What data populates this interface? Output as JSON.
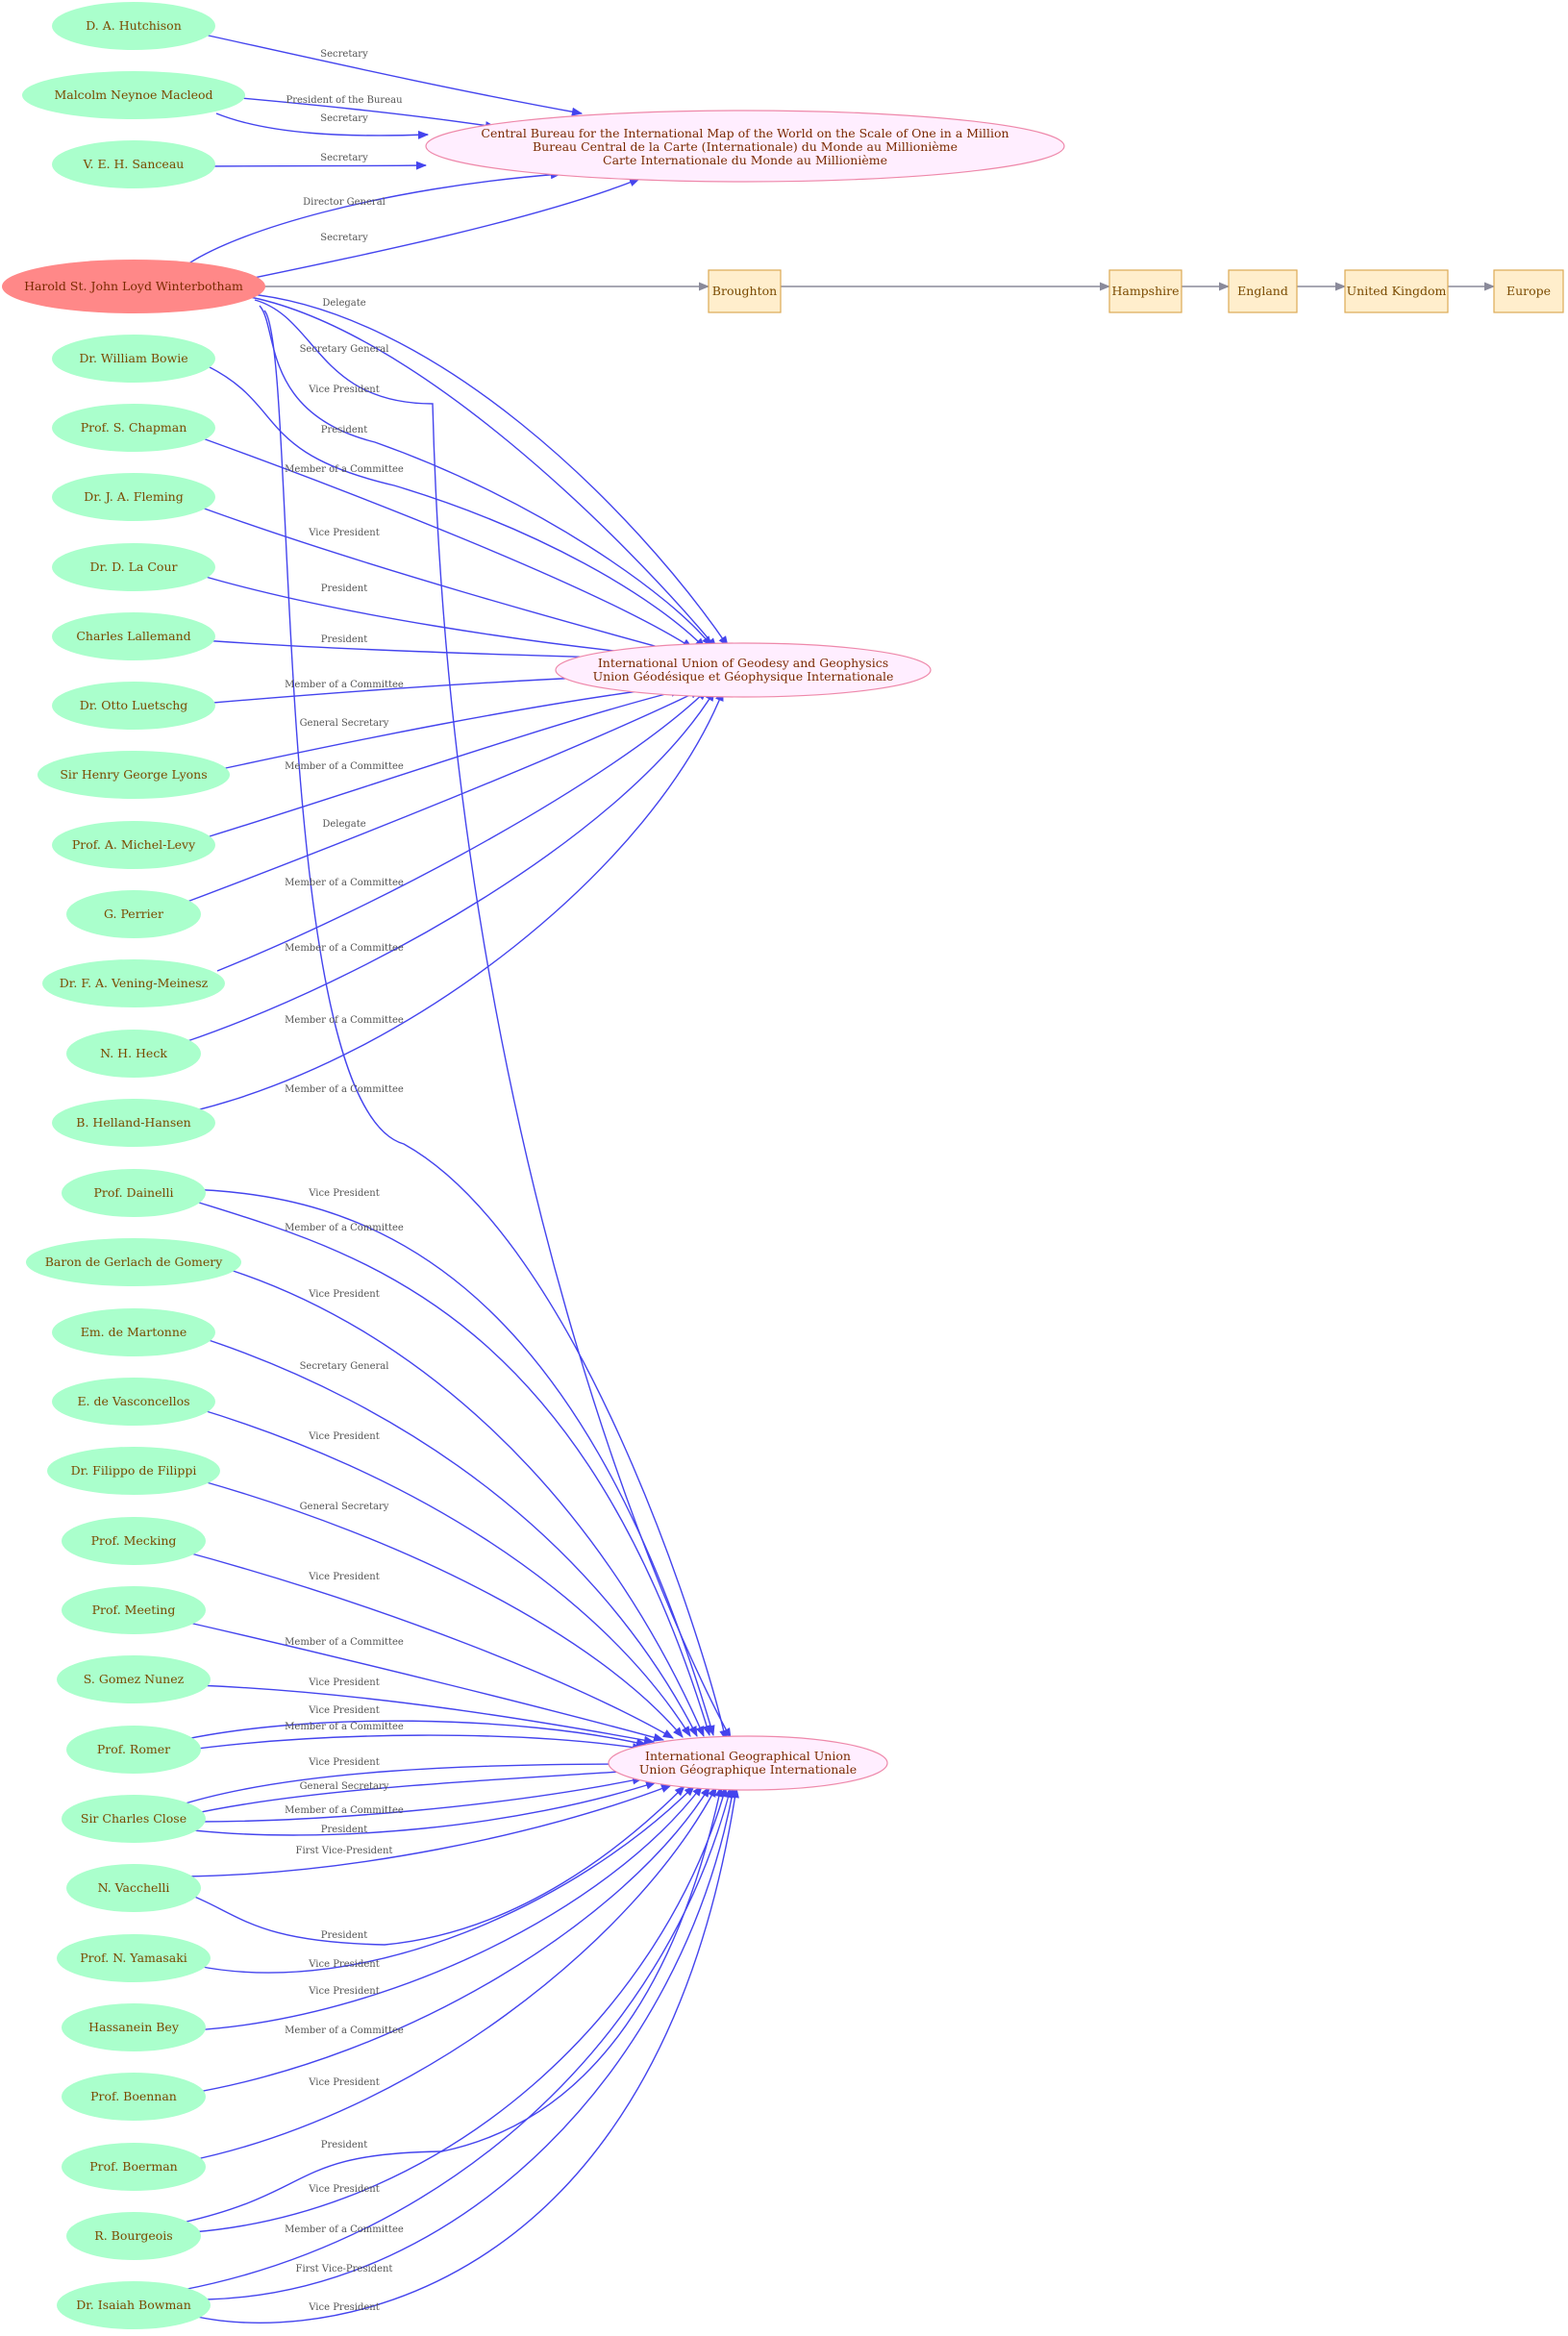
{
  "colors": {
    "person_fill": "#aaffcc",
    "main_person_fill": "#ff8888",
    "org_fill": "#ffeeff",
    "org_stroke": "#ee88aa",
    "place_fill": "#ffeecc",
    "place_stroke": "#ddaa55",
    "edge": "#4444ee",
    "location_edge": "#8a8a9a"
  },
  "organizations": {
    "cbim": [
      "Central Bureau for the International Map of the World on the Scale of One in a Million",
      "Bureau Central de la Carte (Internationale) du Monde au Millionième",
      "Carte Internationale du Monde au Millionième"
    ],
    "iugg": [
      "International Union of Geodesy and Geophysics",
      "Union Géodésique et Géophysique Internationale"
    ],
    "igu": [
      "International Geographical Union",
      "Union Géographique Internationale"
    ]
  },
  "main_person": "Harold St. John Loyd Winterbotham",
  "places": [
    "Broughton",
    "Hampshire",
    "England",
    "United Kingdom",
    "Europe"
  ],
  "persons": {
    "hutchison": "D. A. Hutchison",
    "macleod": "Malcolm Neynoe Macleod",
    "sanceau": "V. E. H. Sanceau",
    "bowie": "Dr. William Bowie",
    "chapman": "Prof. S. Chapman",
    "fleming": "Dr. J. A. Fleming",
    "lacour": "Dr. D.  La Cour",
    "lallemand": "Charles Lallemand",
    "luetschg": "Dr. Otto Luetschg",
    "lyons": "Sir Henry George Lyons",
    "michel": "Prof. A. Michel-Levy",
    "perrier": "G. Perrier",
    "vening": "Dr. F. A. Vening-Meinesz",
    "heck": "N. H. Heck",
    "helland": "B. Helland-Hansen",
    "dainelli": "Prof. Dainelli",
    "gerlach": "Baron de Gerlach de Gomery",
    "martonne": "Em. de Martonne",
    "vasconcellos": "E. de Vasconcellos",
    "filippi": "Dr. Filippo de Filippi",
    "mecking": "Prof. Mecking",
    "meeting": "Prof. Meeting",
    "gomez": "S. Gomez Nunez",
    "romer": "Prof. Romer",
    "close": "Sir Charles Close",
    "vacchelli": "N. Vacchelli",
    "yamasaki": "Prof. N. Yamasaki",
    "hassanein": "Hassanein Bey",
    "boennan": "Prof. Boennan",
    "boerman": "Prof. Boerman",
    "bourgeois": "R. Bourgeois",
    "bowman": "Dr. Isaiah Bowman"
  },
  "edge_labels": {
    "hutchison_cbim": "Secretary",
    "macleod_cbim_1": "President of the Bureau",
    "macleod_cbim_2": "Secretary",
    "sanceau_cbim": "Secretary",
    "hw_cbim_1": "Director General",
    "hw_cbim_2": "Secretary",
    "hw_iugg_1": "Delegate",
    "hw_iugg_2": "Secretary General",
    "hw_igu_1": "Vice President",
    "hw_iugg_3": "President",
    "hw_igu_2": "Member of a Committee",
    "bowie_iugg": "Member of a Committee",
    "chapman_iugg": "Vice President",
    "fleming_iugg": "President",
    "lacour_iugg": "President",
    "lallemand_iugg": "Member of a Committee",
    "luetschg_iugg": "General Secretary",
    "lyons_iugg": "Member of a Committee",
    "michel_iugg": "Delegate",
    "perrier_iugg": "Member of a Committee",
    "vening_iugg": "Member of a Committee",
    "heck_iugg": "Member of a Committee",
    "helland_iugg": "Member of a Committee",
    "dainelli_igu_1": "Vice President",
    "dainelli_igu_2": "Member of a Committee",
    "gerlach_igu": "Vice President",
    "martonne_igu": "Secretary General",
    "vasconcellos_igu": "Vice President",
    "filippi_igu": "General Secretary",
    "mecking_igu": "Vice President",
    "meeting_igu": "Member of a Committee",
    "gomez_igu": "Vice President",
    "romer_igu_1": "Vice President",
    "romer_igu_2": "Member of a Committee",
    "close_igu_1": "Vice President",
    "close_igu_2": "General Secretary",
    "close_igu_3": "Member of a Committee",
    "close_igu_4": "President",
    "vacchelli_igu_1": "First Vice-President",
    "vacchelli_igu_2": "President",
    "yamasaki_igu": "Vice President",
    "hassanein_igu": "Vice President",
    "boennan_igu": "Member of a Committee",
    "boerman_igu": "Vice President",
    "bourgeois_igu_1": "President",
    "bourgeois_igu_2": "Vice President",
    "bowman_igu_1": "Member of a Committee",
    "bowman_igu_2": "First Vice-President",
    "bowman_igu_3": "Vice President"
  }
}
